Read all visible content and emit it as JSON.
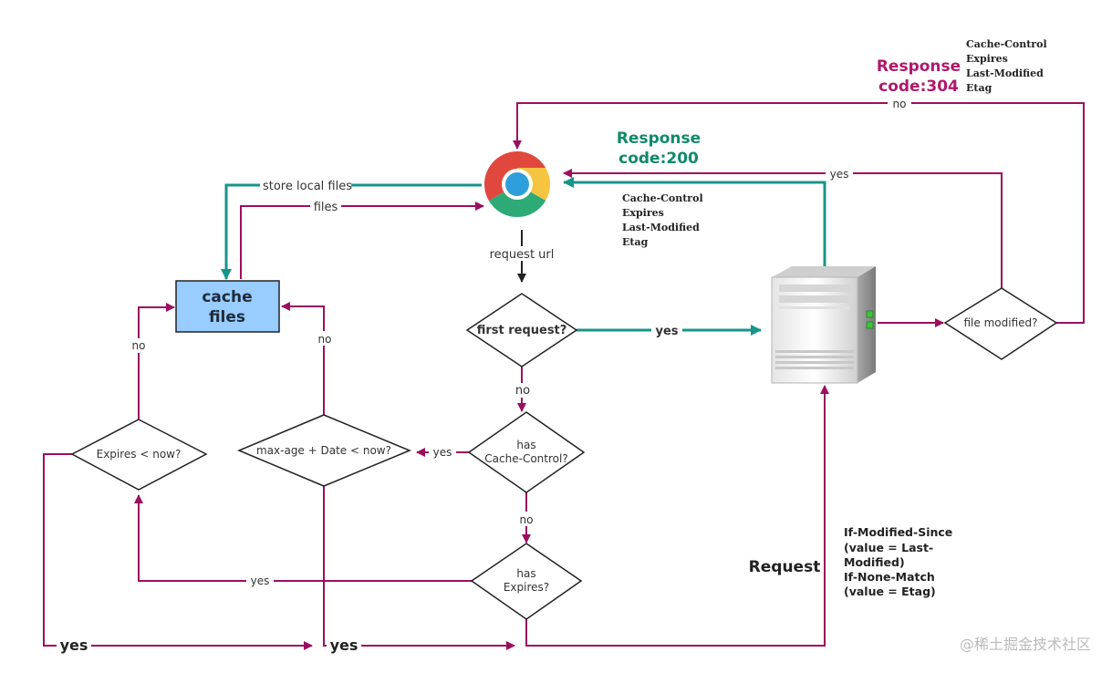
{
  "nodes": {
    "cache_files": "cache\nfiles",
    "first_request": "first request?",
    "has_cache_control": "has\nCache-Control?",
    "has_expires": "has\nExpires?",
    "max_age": "max-age + Date < now?",
    "expires_lt_now": "Expires < now?",
    "file_modified": "file modified?"
  },
  "edges": {
    "store_local_files": "store local files",
    "files": "files",
    "request_url": "request url",
    "first_request_yes": "yes",
    "first_request_no": "no",
    "cache_control_yes": "yes",
    "cache_control_no": "no",
    "expires_yes": "yes",
    "max_age_no": "no",
    "expires_lt_now_no": "no",
    "file_modified_yes": "yes",
    "file_modified_no": "no",
    "bottom_yes_left": "yes",
    "bottom_yes_mid": "yes"
  },
  "response_304": {
    "title_line1": "Response",
    "title_line2": "code:304",
    "headers": [
      "Cache-Control",
      "Expires",
      "Last-Modified",
      "Etag"
    ]
  },
  "response_200": {
    "title_line1": "Response",
    "title_line2": "code:200",
    "headers": [
      "Cache-Control",
      "Expires",
      "Last-Modified",
      "Etag"
    ]
  },
  "request": {
    "label": "Request",
    "headers": [
      "If-Modified-Since",
      "(value = Last-",
      "Modified)",
      "If-None-Match",
      "(value = Etag)"
    ]
  },
  "watermark": "@稀土掘金技术社区",
  "icons": [
    "chrome-browser-icon",
    "server-icon"
  ],
  "colors": {
    "magenta": "#9b0f5e",
    "teal": "#17958a",
    "cache_box": "#99ccff",
    "response304": "#b0186a",
    "response200": "#0f8a6a"
  }
}
